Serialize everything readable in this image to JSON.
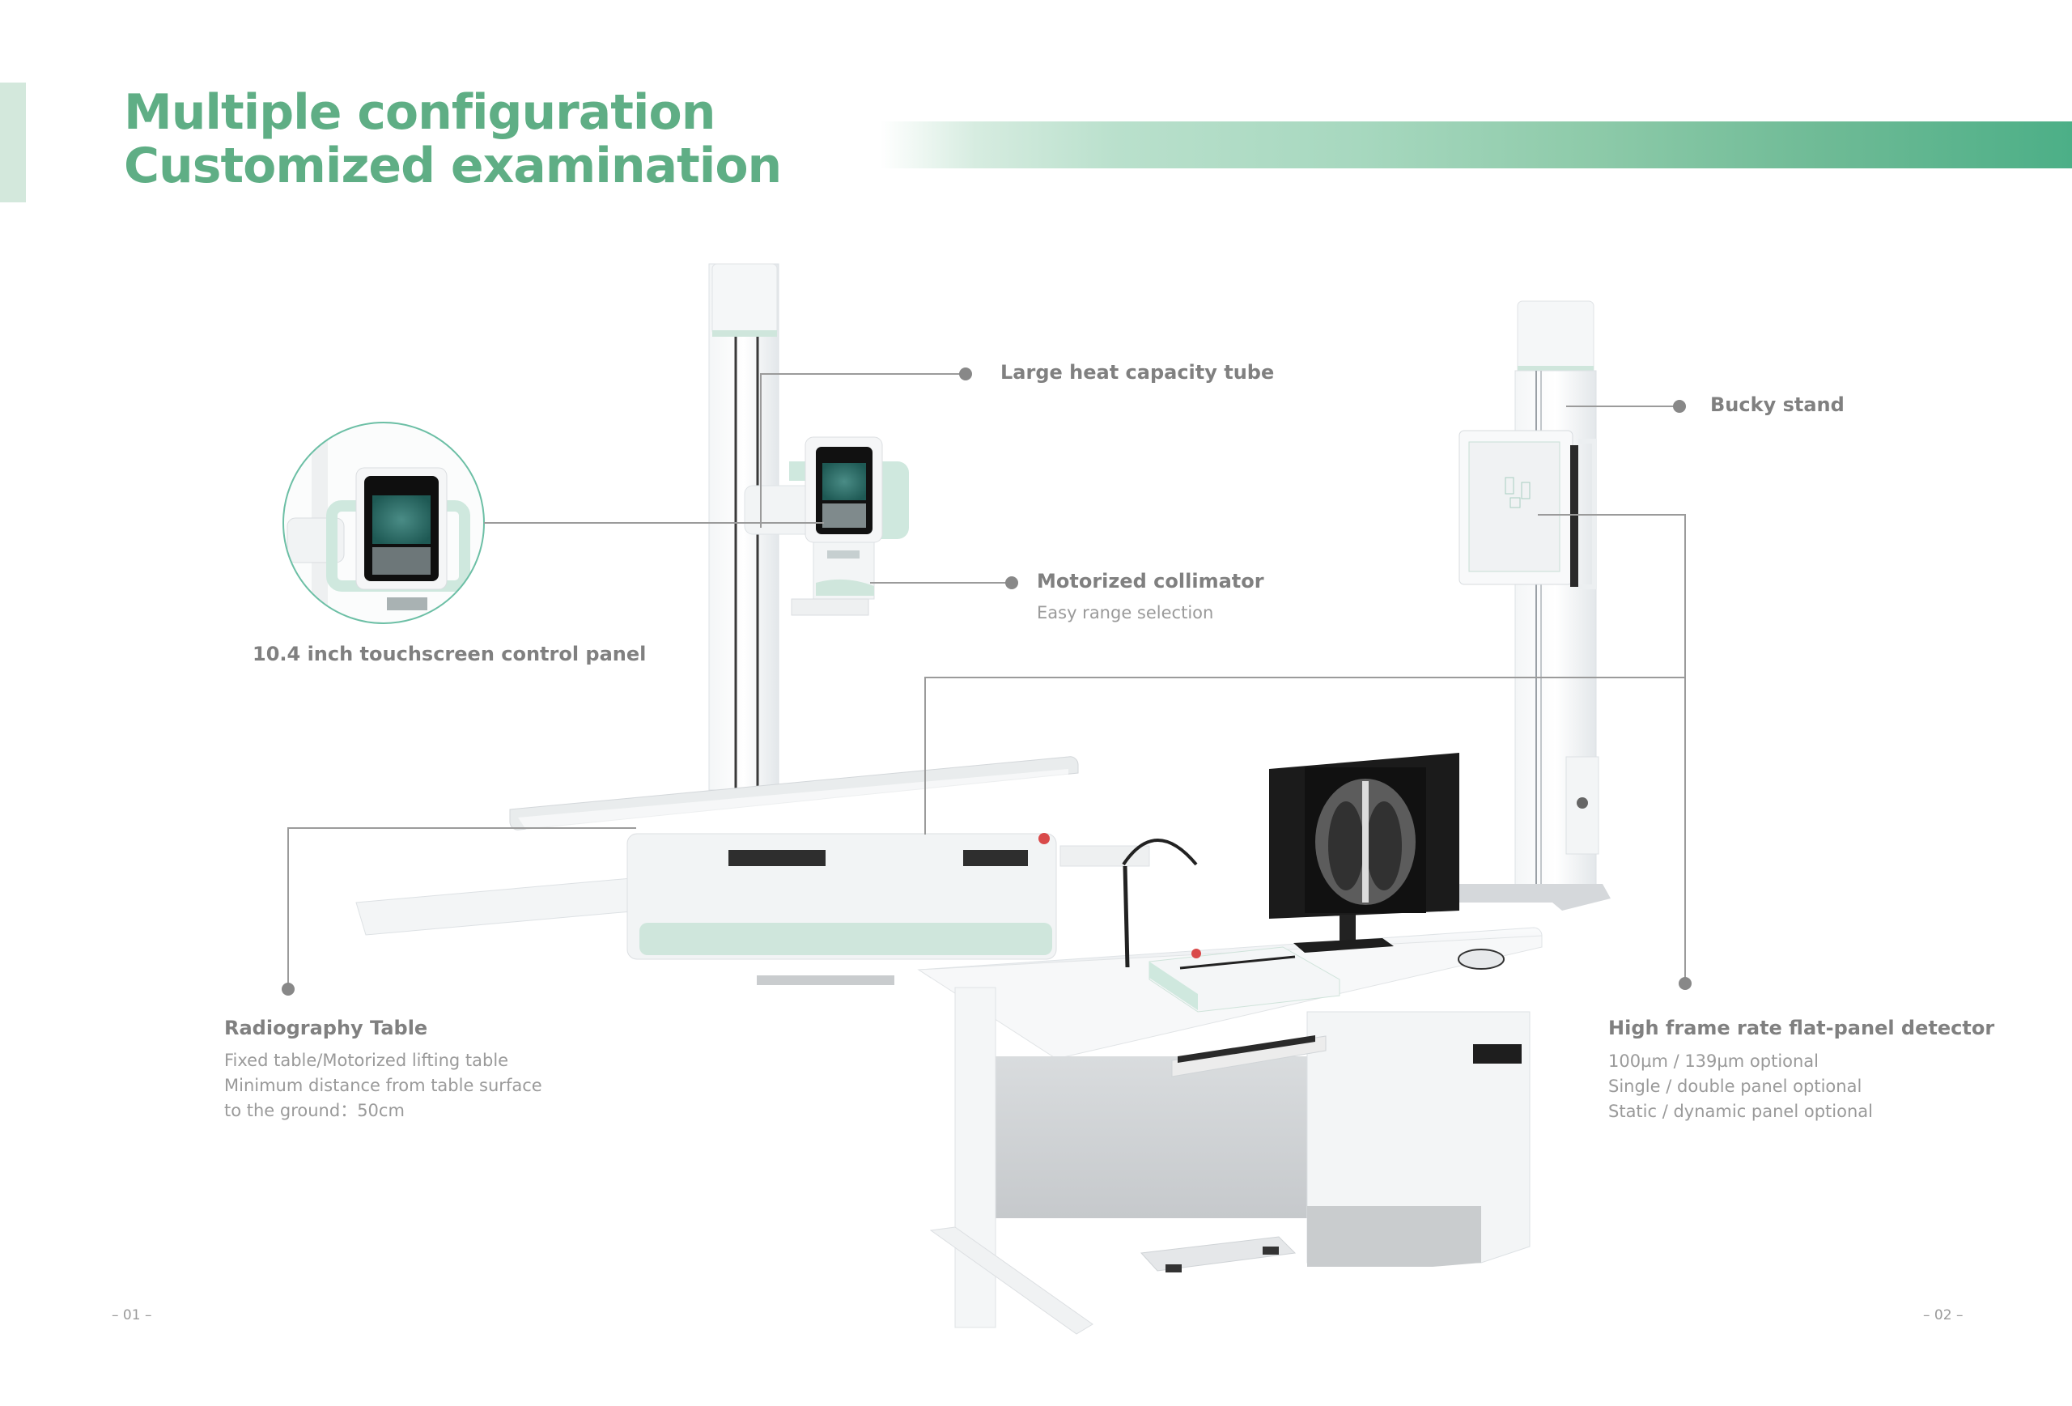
{
  "header": {
    "title_line1": "Multiple configuration",
    "title_line2": "Customized examination",
    "accent_color": "#5fae85",
    "gradient_start": "#ffffff",
    "gradient_end": "#4caf87"
  },
  "callouts": {
    "tube": {
      "title": "Large heat capacity tube"
    },
    "collimator": {
      "title": "Motorized collimator",
      "subtitle": "Easy range selection"
    },
    "bucky": {
      "title": "Bucky stand"
    },
    "control_panel": {
      "title": "10.4 inch touchscreen control panel"
    },
    "table": {
      "title": "Radiography Table",
      "lines": [
        "Fixed table/Motorized lifting table",
        "Minimum distance from table surface",
        "to the ground：50cm"
      ]
    },
    "detector": {
      "title": "High frame rate flat-panel detector",
      "lines": [
        "100µm / 139µm optional",
        "Single / double panel optional",
        "Static / dynamic panel optional"
      ]
    }
  },
  "footer": {
    "page_left": "– 01 –",
    "page_right": "– 02 –"
  }
}
